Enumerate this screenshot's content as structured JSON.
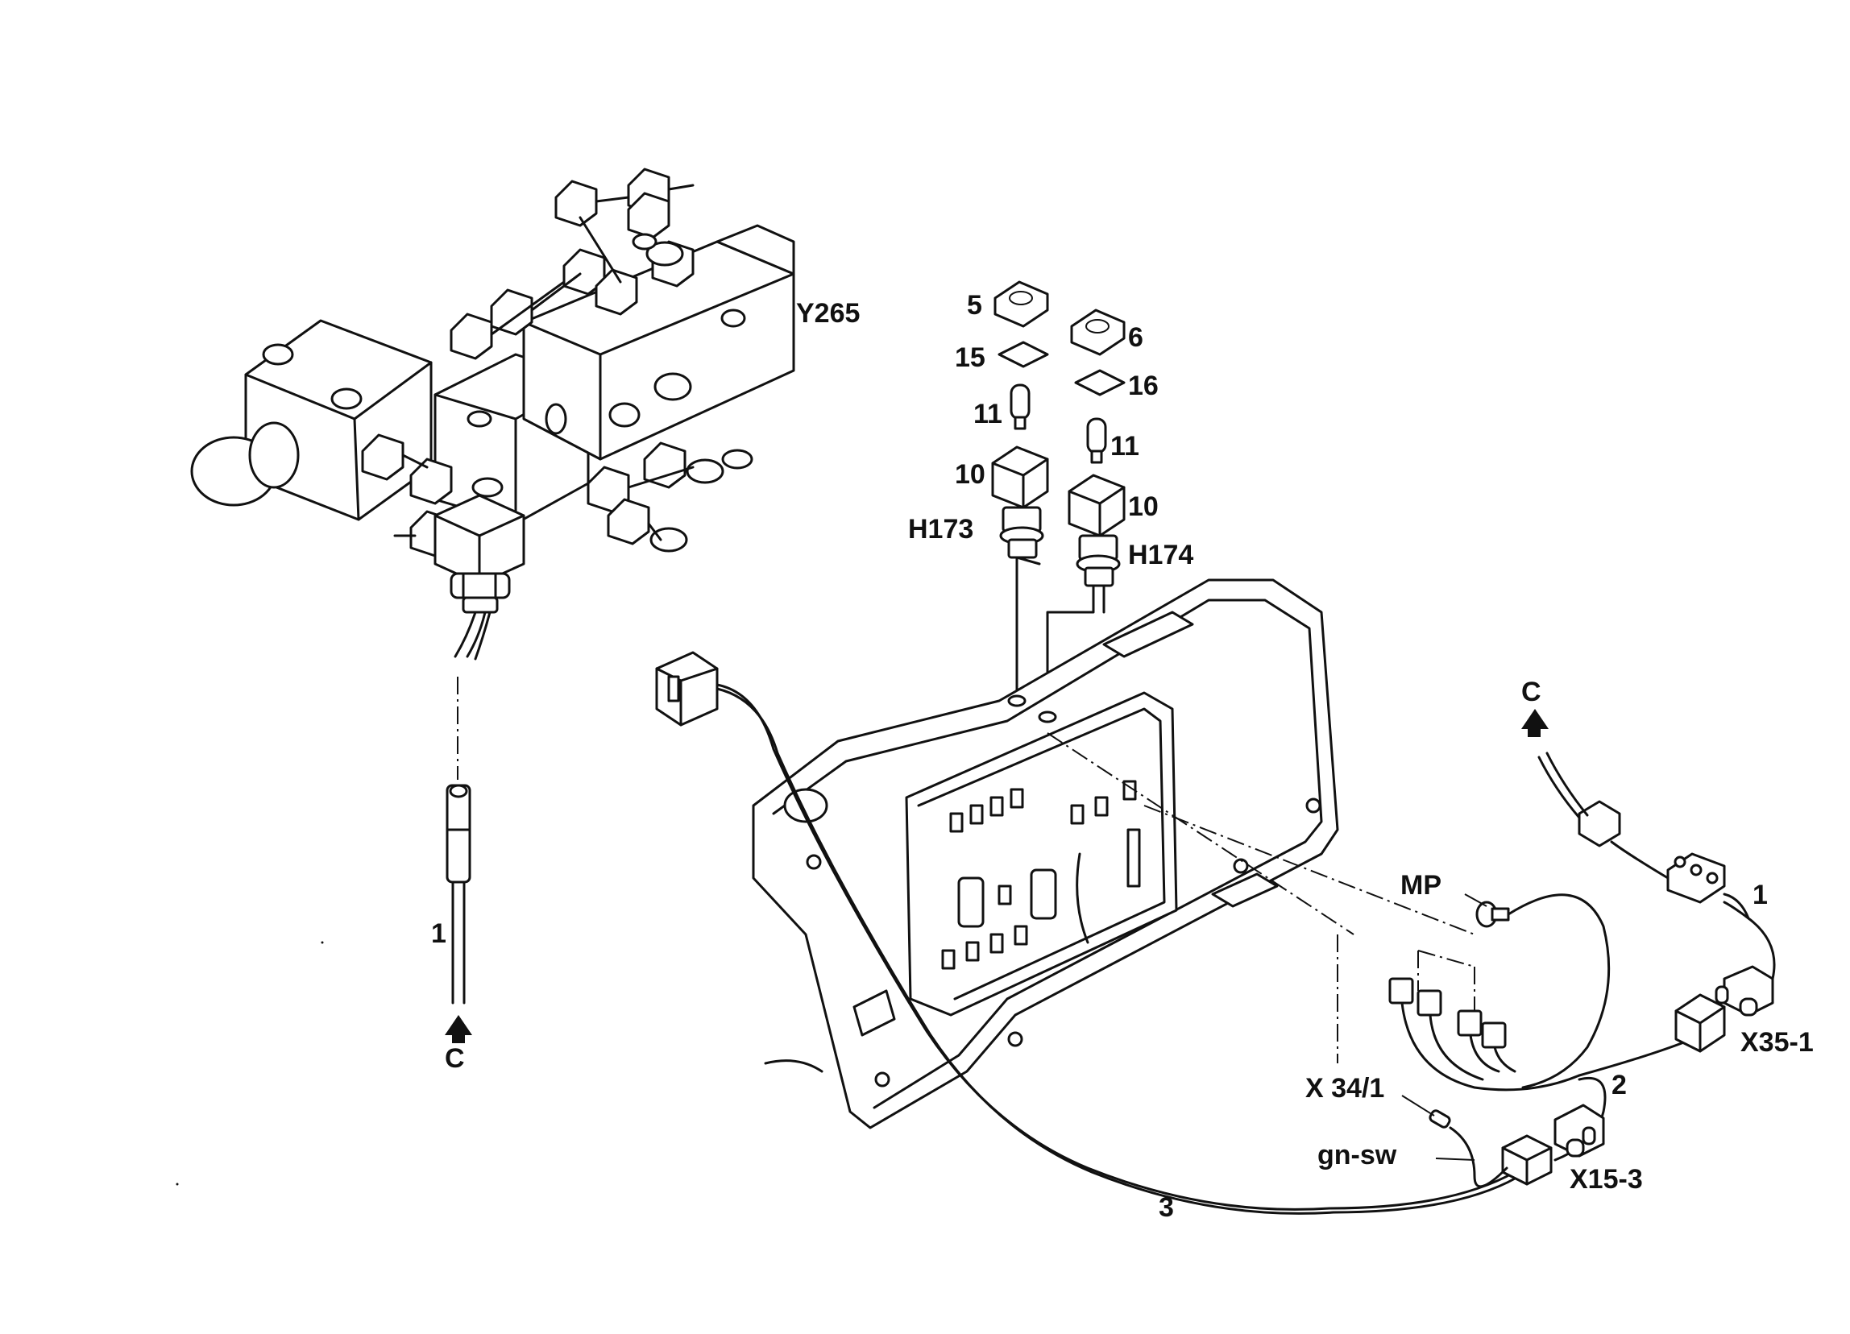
{
  "labels": {
    "y265": "Y265",
    "p5": "5",
    "p6": "6",
    "p15": "15",
    "p16": "16",
    "p11a": "11",
    "p11b": "11",
    "p10a": "10",
    "p10b": "10",
    "h173": "H173",
    "h174": "H174",
    "p1_left": "1",
    "c_left": "C",
    "c_right": "C",
    "mp": "MP",
    "p1_right": "1",
    "x35_1": "X35-1",
    "p2": "2",
    "x34_1": "X 34/1",
    "gn_sw": "gn-sw",
    "x15_3": "X15-3",
    "p3": "3"
  },
  "icons": [
    "valve-block-drawing",
    "lamp-socket-drawing",
    "panel-housing-drawing",
    "connector-drawing",
    "arrow-up-icon"
  ]
}
